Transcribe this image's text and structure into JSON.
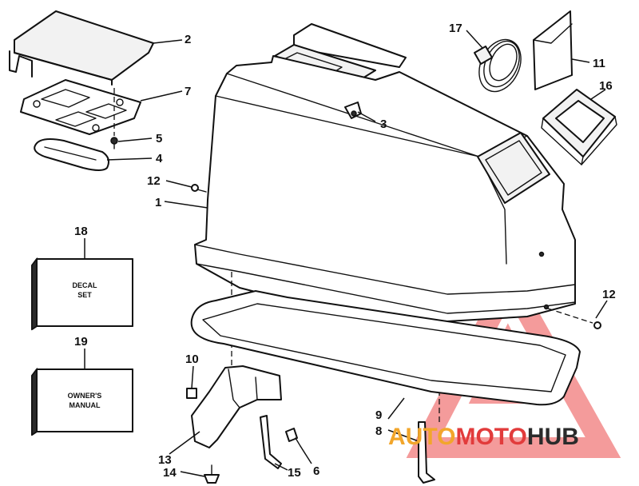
{
  "callouts": {
    "c1": "1",
    "c2": "2",
    "c3": "3",
    "c4": "4",
    "c5": "5",
    "c6": "6",
    "c7": "7",
    "c8": "8",
    "c9": "9",
    "c10": "10",
    "c11": "11",
    "c12a": "12",
    "c12b": "12",
    "c13": "13",
    "c14": "14",
    "c15": "15",
    "c16": "16",
    "c17": "17",
    "c18": "18",
    "c19": "19"
  },
  "boxes": {
    "decal": {
      "line1": "DECAL",
      "line2": "SET"
    },
    "manual": {
      "line1": "OWNER'S",
      "line2": "MANUAL"
    }
  },
  "watermark": {
    "part1": "AUTO",
    "part2": "MOTO",
    "part3": "HUB",
    "colors": {
      "auto": "#f2a62b",
      "moto": "#e23b3b",
      "hub": "#2b2b2b"
    }
  }
}
